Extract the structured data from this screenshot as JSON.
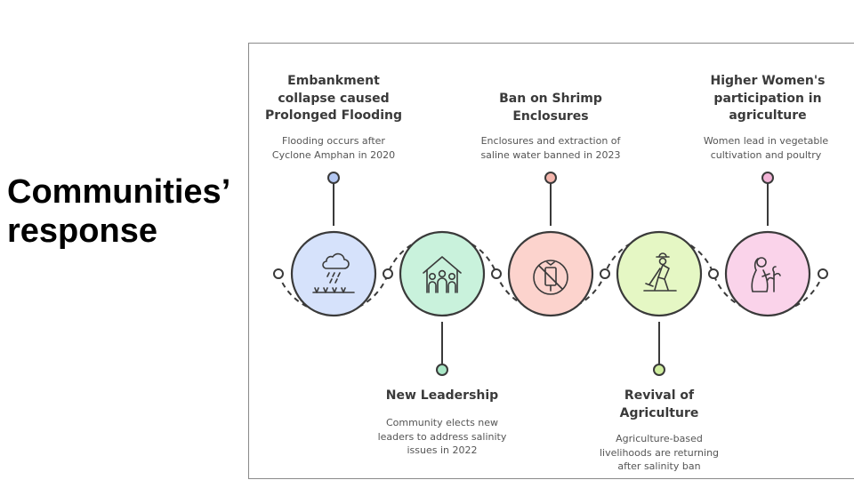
{
  "slide": {
    "title_line1": "Communities’",
    "title_line2": "response"
  },
  "steps": [
    {
      "title": "Embankment\ncollapse caused\nProlonged Flooding",
      "description": "Flooding occurs after\nCyclone Amphan in 2020",
      "icon": "rain-cloud-icon",
      "fill": "#d6e2fb",
      "dot": "#b3c7f2",
      "position": "top"
    },
    {
      "title": "New Leadership",
      "description": "Community elects new\nleaders to address salinity\nissues in 2022",
      "icon": "community-house-icon",
      "fill": "#c9f2dc",
      "dot": "#a9e7c6",
      "position": "bottom"
    },
    {
      "title": "Ban on Shrimp\nEnclosures",
      "description": "Enclosures and extraction of\nsaline water banned in 2023",
      "icon": "ban-icon",
      "fill": "#fcd3cd",
      "dot": "#f5b6ad",
      "position": "top"
    },
    {
      "title": "Revival of\nAgriculture",
      "description": "Agriculture-based\nlivelihoods are returning\nafter salinity ban",
      "icon": "farmer-icon",
      "fill": "#e5f7c4",
      "dot": "#d0ee9f",
      "position": "bottom"
    },
    {
      "title": "Higher Women's\nparticipation in\nagriculture",
      "description": "Women lead in vegetable\ncultivation and poultry",
      "icon": "woman-plant-icon",
      "fill": "#fad3ea",
      "dot": "#f3b4d7",
      "position": "top"
    }
  ]
}
